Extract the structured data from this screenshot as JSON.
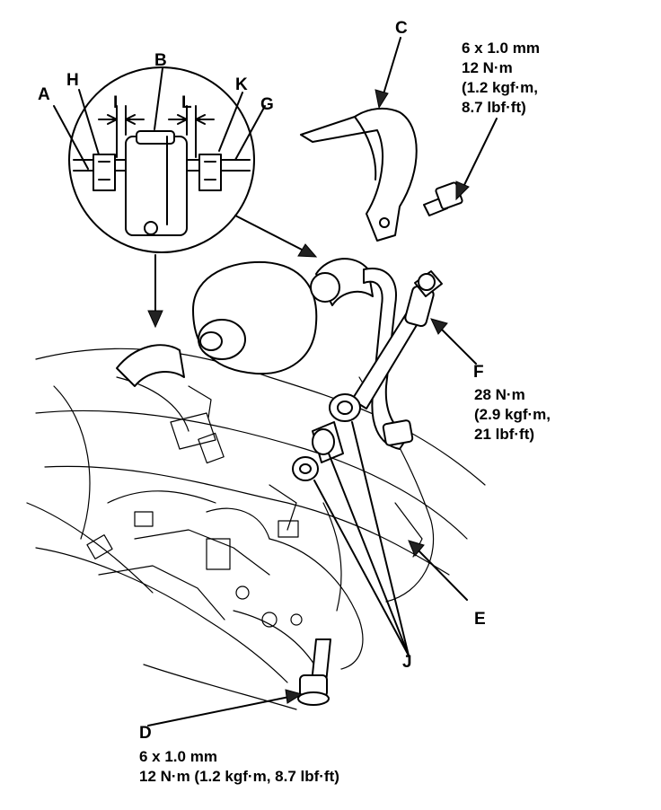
{
  "labels": {
    "A": "A",
    "B": "B",
    "C": "C",
    "D": "D",
    "E": "E",
    "F": "F",
    "G": "G",
    "H": "H",
    "I": "I",
    "J": "J",
    "K": "K",
    "L": "L"
  },
  "specs": {
    "C": {
      "line1": "6 x 1.0 mm",
      "line2": "12 N·m",
      "line3": "(1.2 kgf·m,",
      "line4": "8.7 lbf·ft)"
    },
    "F": {
      "line1": "28 N·m",
      "line2": "(2.9 kgf·m,",
      "line3": "21 lbf·ft)"
    },
    "D": {
      "line1": "6 x 1.0 mm",
      "line2": "12 N·m (1.2 kgf·m, 8.7 lbf·ft)"
    }
  }
}
